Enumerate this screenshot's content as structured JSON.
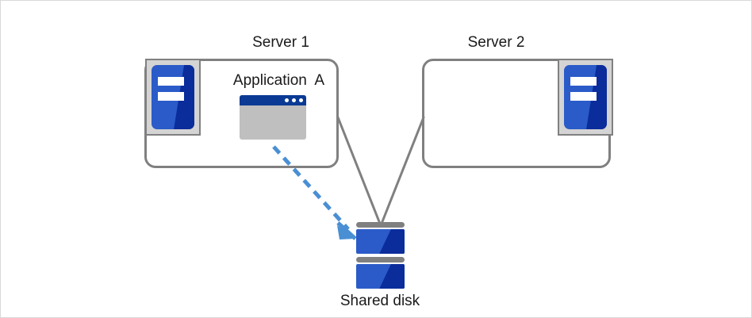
{
  "diagram": {
    "title_server1": "Server 1",
    "title_server2": "Server 2",
    "application_label": "Application  A",
    "shared_disk_label": "Shared disk",
    "colors": {
      "box_border": "#808080",
      "connector_line": "#808080",
      "dashed_arrow": "#4a8fd4",
      "icon_blue_light": "#2a5bc8",
      "icon_blue_dark": "#0b2c9b",
      "icon_frame_gray": "#d4d4d4",
      "window_titlebar": "#0a3a94",
      "window_body": "#bfbfbf",
      "page_border": "#d9d9d9",
      "background": "#ffffff"
    },
    "nodes": [
      {
        "id": "server1",
        "label": "Server 1",
        "has_application": true
      },
      {
        "id": "server2",
        "label": "Server 2",
        "has_application": false
      },
      {
        "id": "shared-disk",
        "label": "Shared disk",
        "slabs": 2
      }
    ],
    "connectors": [
      {
        "from": "server1",
        "to": "shared-disk",
        "style": "solid",
        "color": "#808080"
      },
      {
        "from": "server2",
        "to": "shared-disk",
        "style": "solid",
        "color": "#808080"
      },
      {
        "from": "application-a",
        "to": "shared-disk",
        "style": "dashed-arrow",
        "color": "#4a8fd4"
      }
    ],
    "icons": {
      "server_icon": "server-rack-icon",
      "app_icon": "application-window-icon",
      "disk_icon": "disk-stack-icon"
    }
  }
}
